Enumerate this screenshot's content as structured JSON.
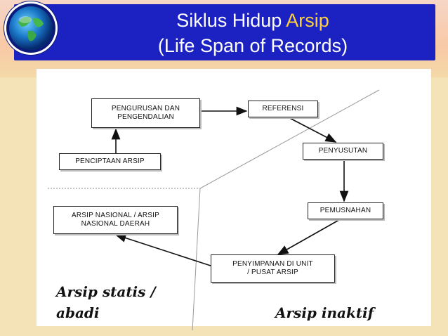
{
  "header": {
    "title_part1": "Siklus Hidup ",
    "title_accent": "Arsip",
    "title_line2": "(Life Span of Records)",
    "bar_color": "#1c21c2",
    "accent_color": "#ffd23a"
  },
  "logo": {
    "icon": "globe-icon"
  },
  "nodes": {
    "pengurusan_line1": "PENGURUSAN  DAN",
    "pengurusan_line2": "PENGENDALIAN",
    "referensi": "REFERENSI",
    "penciptaan": "PENCIPTAAN  ARSIP",
    "penyusutan": "PENYUSUTAN",
    "pemusnahan": "PEMUSNAHAN",
    "arsip_nasional_line1": "ARSIP  NASIONAL  /  ARSIP",
    "arsip_nasional_line2": "NASIONAL  DAERAH",
    "penyimpanan_line1": "PENYIMPANAN  DI  UNIT",
    "penyimpanan_line2": "/  PUSAT ARSIP"
  },
  "regions": {
    "statis_line1": "Arsip statis /",
    "statis_line2": "abadi",
    "inaktif": "Arsip inaktif"
  }
}
